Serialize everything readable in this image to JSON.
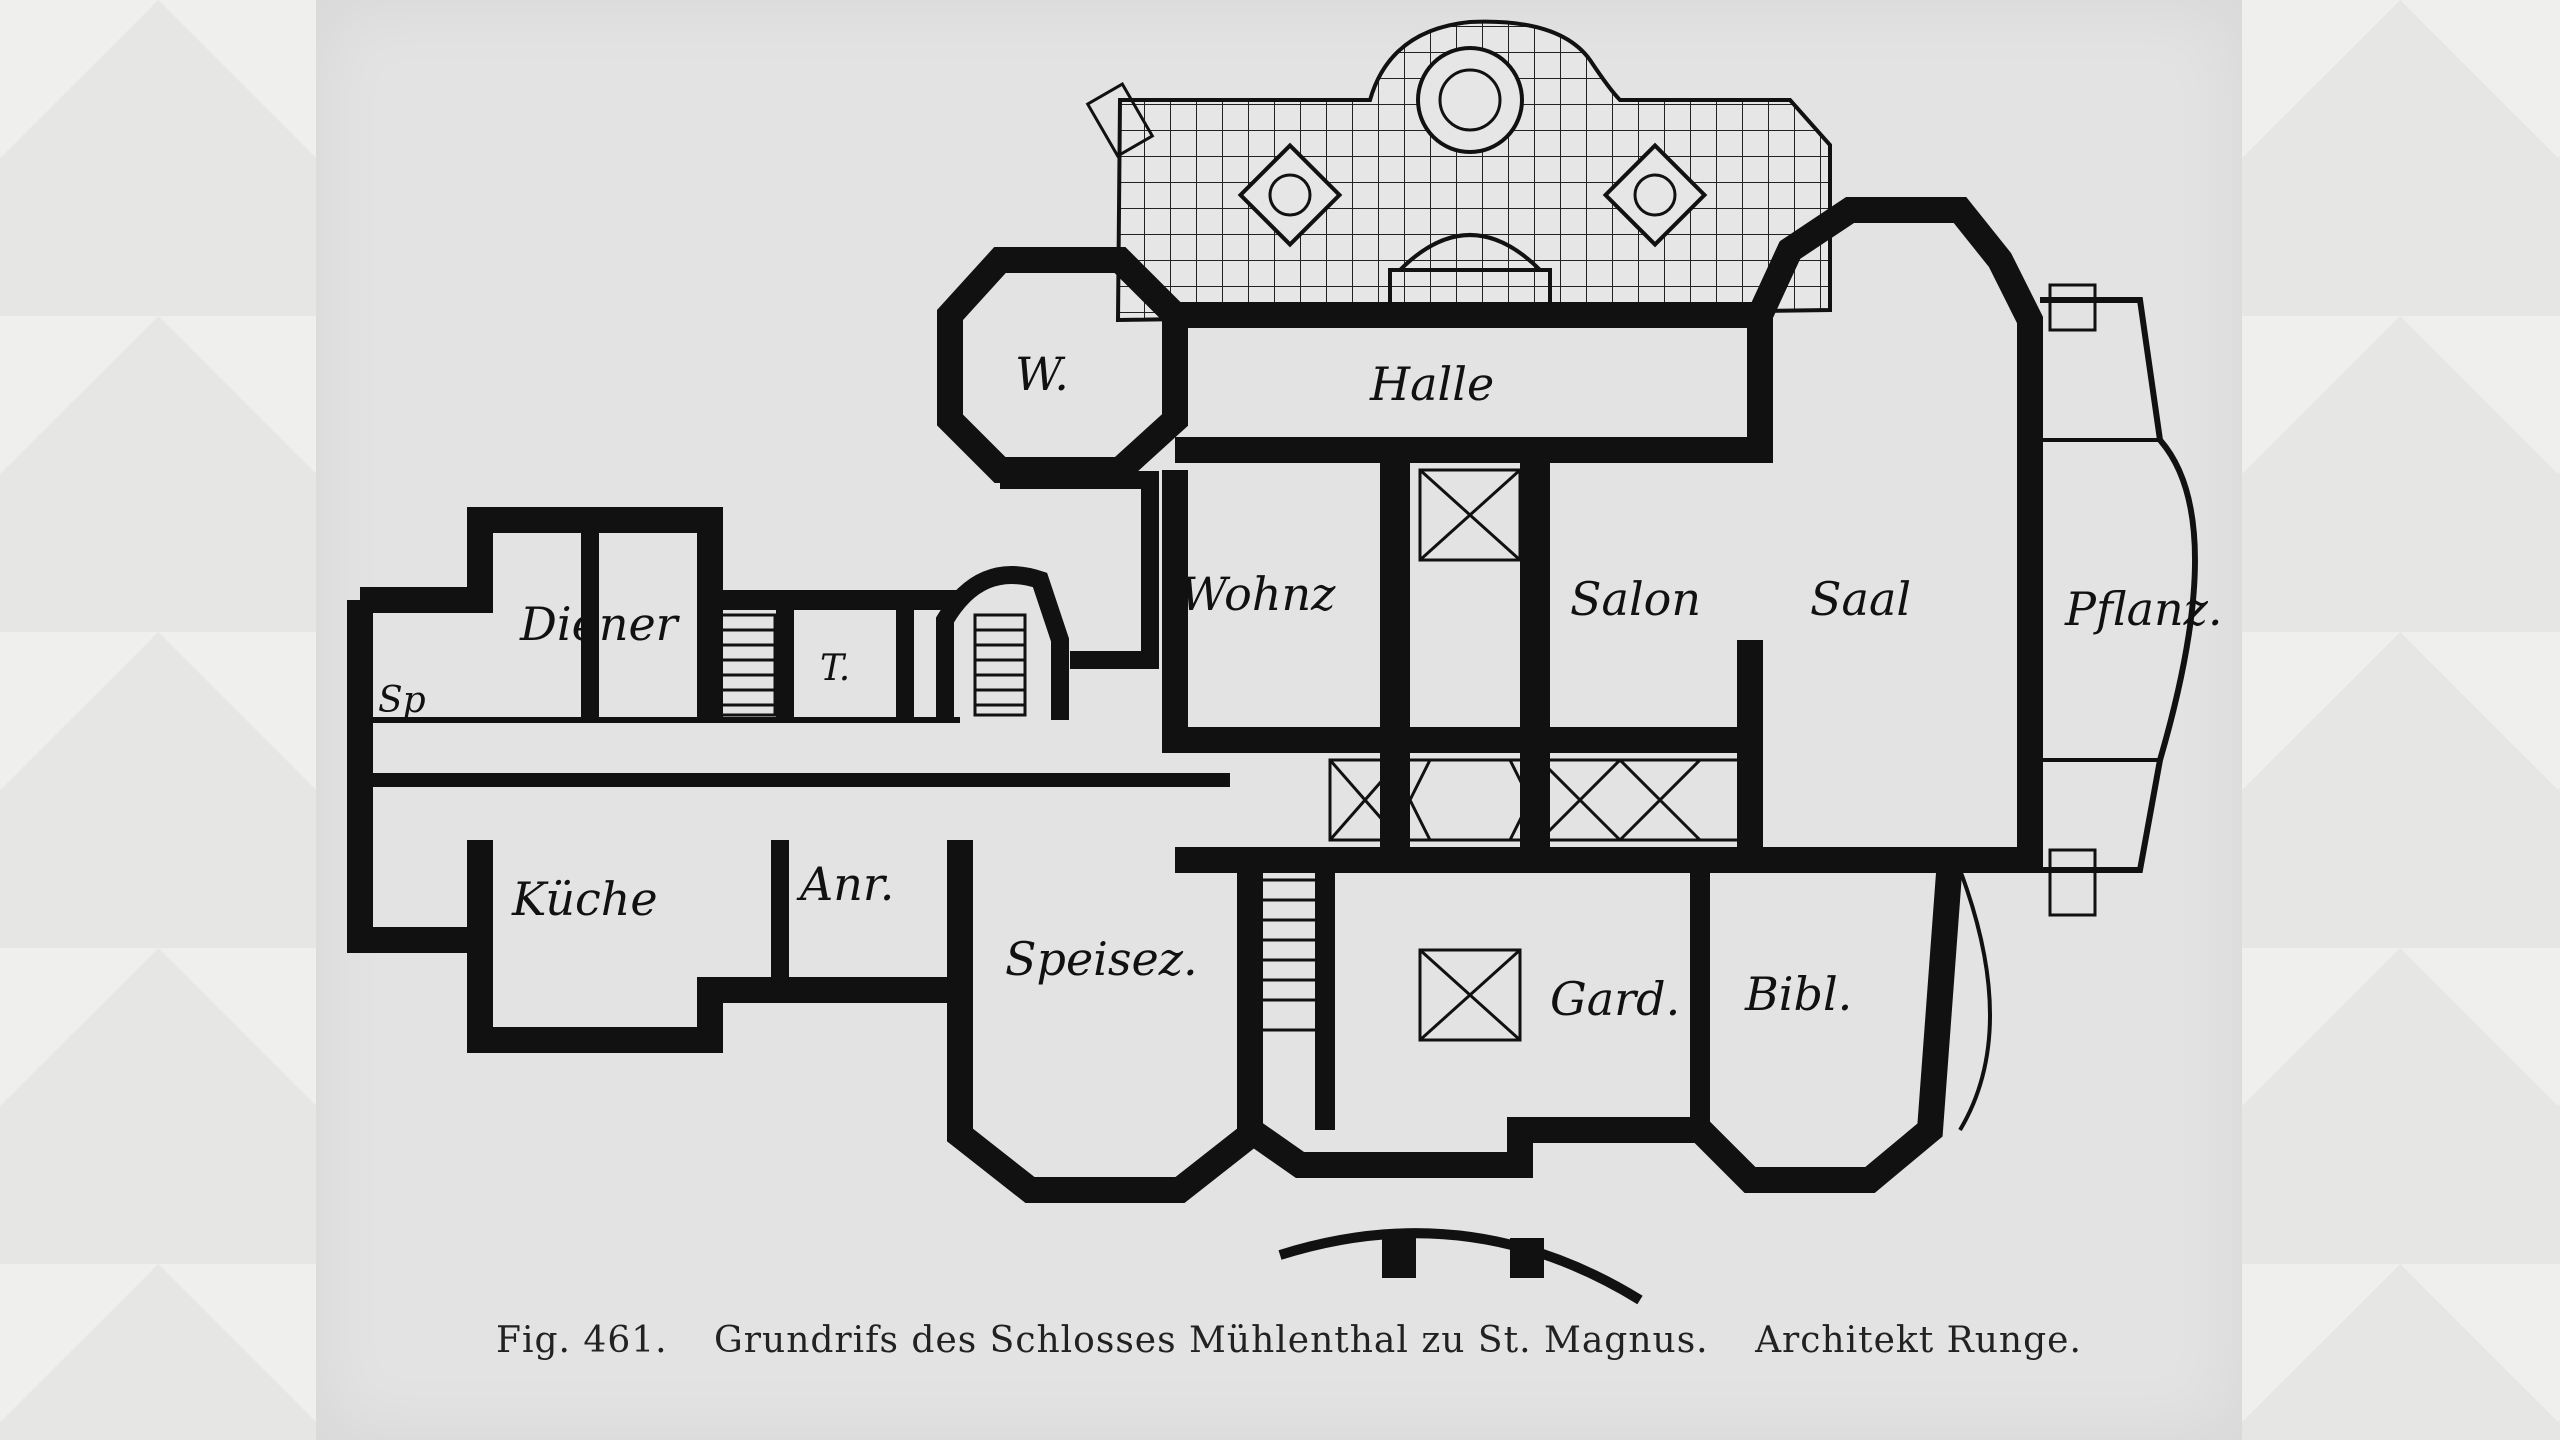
{
  "caption": {
    "fig": "Fig. 461.",
    "title": "Grundrifs des Schlosses Mühlenthal zu St. Magnus.",
    "architect": "Architekt Runge."
  },
  "rooms": {
    "halle": "Halle",
    "w": "W.",
    "wohnz": "Wohnz",
    "salon": "Salon",
    "saal": "Saal",
    "pflanz": "Pflanz.",
    "diener": "Diener",
    "sp": "Sp",
    "t": "T.",
    "kueche": "Küche",
    "anr": "Anr.",
    "speisez": "Speisez.",
    "gard": "Gard.",
    "bibl": "Bibl."
  },
  "colors": {
    "ink": "#111111",
    "paper": "#e3e3e3"
  }
}
